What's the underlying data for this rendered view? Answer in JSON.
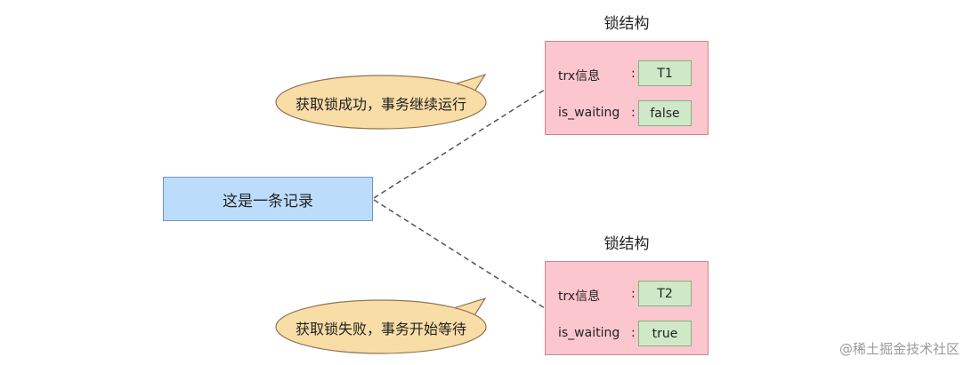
{
  "record": {
    "label": "这是一条记录"
  },
  "locks": [
    {
      "title": "锁结构",
      "fields": [
        {
          "label": "trx信息",
          "colon": ":",
          "value": "T1"
        },
        {
          "label": "is_waiting",
          "colon": ":",
          "value": "false"
        }
      ],
      "bubble": "获取锁成功，事务继续运行"
    },
    {
      "title": "锁结构",
      "fields": [
        {
          "label": "trx信息",
          "colon": ":",
          "value": "T2"
        },
        {
          "label": "is_waiting",
          "colon": ":",
          "value": "true"
        }
      ],
      "bubble": "获取锁失败，事务开始等待"
    }
  ],
  "colors": {
    "record_fill": "#bcdcfb",
    "lock_fill": "#fcc6cf",
    "value_fill": "#cfe9c8",
    "bubble_fill": "#f8dda6"
  },
  "watermark": "@稀土掘金技术社区"
}
